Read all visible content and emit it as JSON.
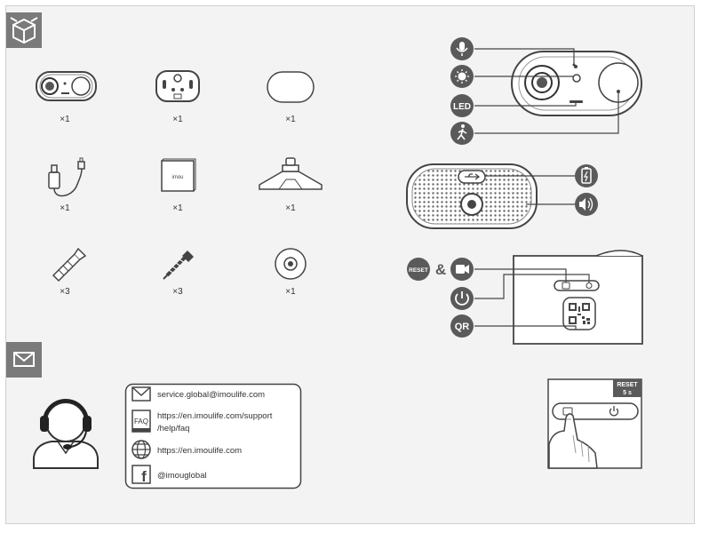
{
  "package": {
    "items": [
      {
        "name": "camera",
        "qty": "×1"
      },
      {
        "name": "mount-plate",
        "qty": "×1"
      },
      {
        "name": "sticker",
        "qty": "×1"
      },
      {
        "name": "usb-cable",
        "qty": "×1"
      },
      {
        "name": "quick-start-guide",
        "qty": "×1",
        "label": "imou"
      },
      {
        "name": "desk-stand",
        "qty": "×1"
      },
      {
        "name": "anchors",
        "qty": "×3"
      },
      {
        "name": "screws",
        "qty": "×3"
      },
      {
        "name": "magnet",
        "qty": "×1"
      }
    ]
  },
  "contact": {
    "email": "service.global@imoulife.com",
    "faq_badge": "FAQ",
    "faq_line1": "https://en.imoulife.com/support",
    "faq_line2": "/help/faq",
    "website": "https://en.imoulife.com",
    "facebook": "@imouglobal",
    "facebook_icon": "f"
  },
  "camera_front": {
    "led_label": "LED"
  },
  "setup": {
    "reset_label": "RESET",
    "ampersand": "&",
    "qr_label": "QR",
    "reset_badge_line1": "RESET",
    "reset_badge_line2": "5 s"
  },
  "colors": {
    "callout": "#5a5a5a",
    "line": "#444444",
    "panel_bg": "#f3f3f3",
    "header_icon_bg": "#7a7a7a"
  }
}
